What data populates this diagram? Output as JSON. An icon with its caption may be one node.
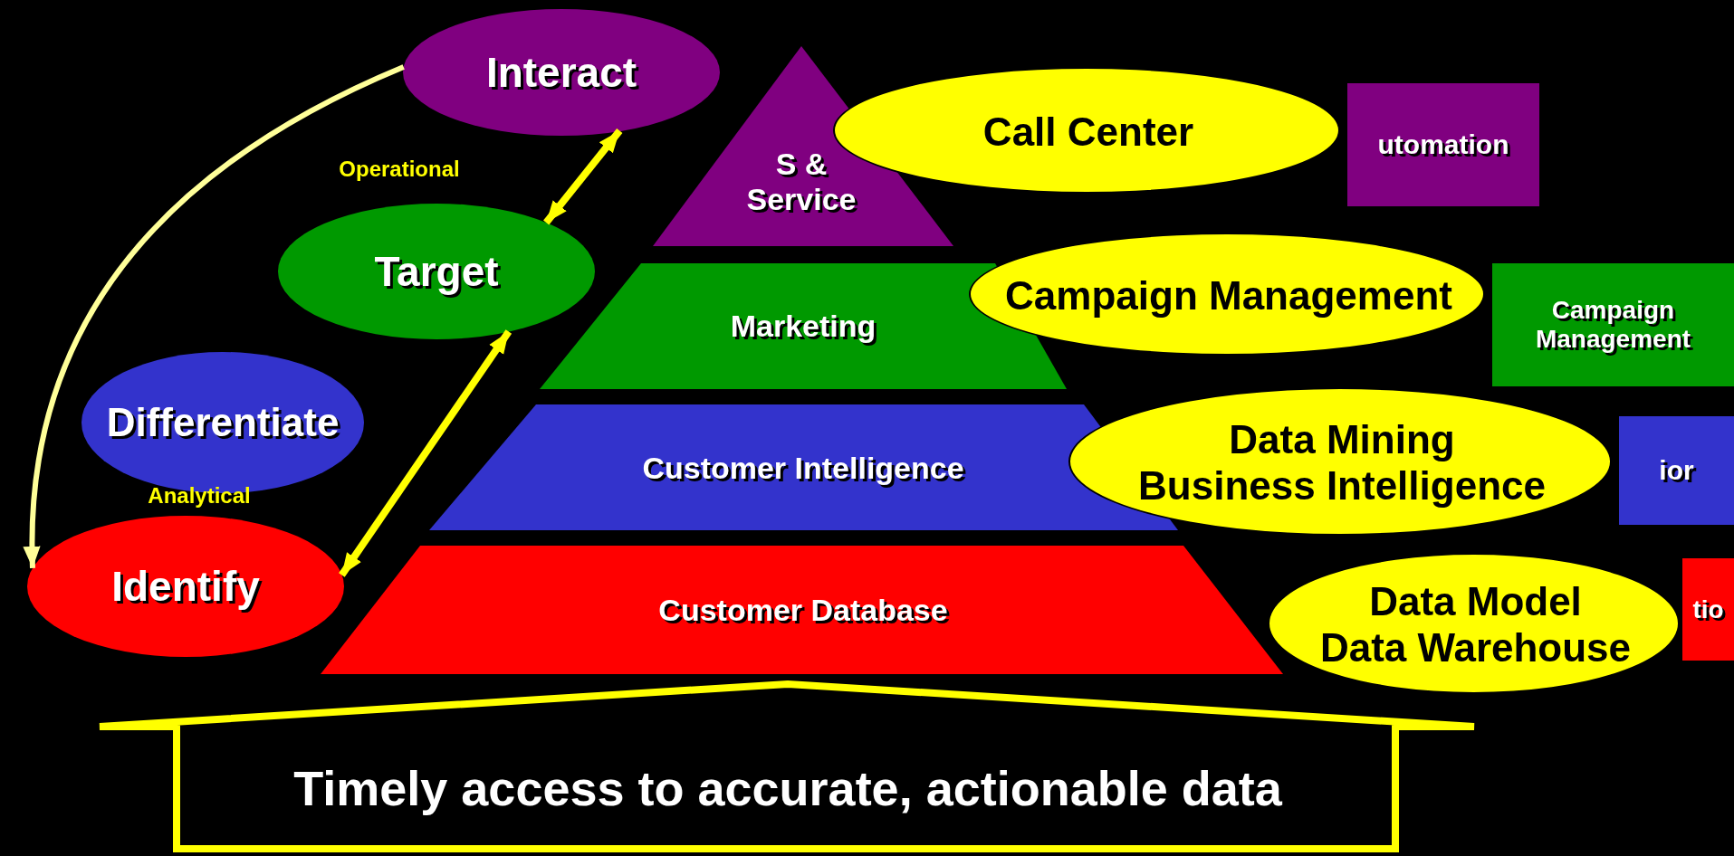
{
  "diagram": {
    "nodes": [
      {
        "text": [
          "Interact"
        ]
      },
      {
        "text": [
          "Target"
        ]
      },
      {
        "text": [
          "Differentiate"
        ]
      },
      {
        "text": [
          "Identify"
        ]
      },
      {
        "text": [
          "S & Service"
        ]
      },
      {
        "text": [
          "utomation"
        ]
      },
      {
        "text": [
          "Call Center"
        ]
      },
      {
        "text": [
          "Marketing"
        ]
      },
      {
        "text": [
          "Campaign Management"
        ]
      },
      {
        "text": [
          "Campaign Management"
        ]
      },
      {
        "text": [
          "Customer Intelligence"
        ]
      },
      {
        "text": [
          "ior"
        ]
      },
      {
        "text": [
          "Data Mining",
          "Business Intelligence"
        ]
      },
      {
        "text": [
          "Customer Database"
        ]
      },
      {
        "text": [
          "tio"
        ]
      },
      {
        "text": [
          "Data Model",
          "Data Warehouse"
        ]
      },
      {
        "text": [
          "Timely access to accurate, actionable data"
        ]
      }
    ],
    "edges": [
      {
        "from": 0,
        "to": 3,
        "arrow": "to",
        "color": "#ffff99"
      },
      {
        "from": 1,
        "to": 0,
        "arrow": "both"
      },
      {
        "from": 3,
        "to": 1,
        "arrow": "both"
      }
    ],
    "labels": [
      "Operational",
      "Analytical"
    ]
  }
}
